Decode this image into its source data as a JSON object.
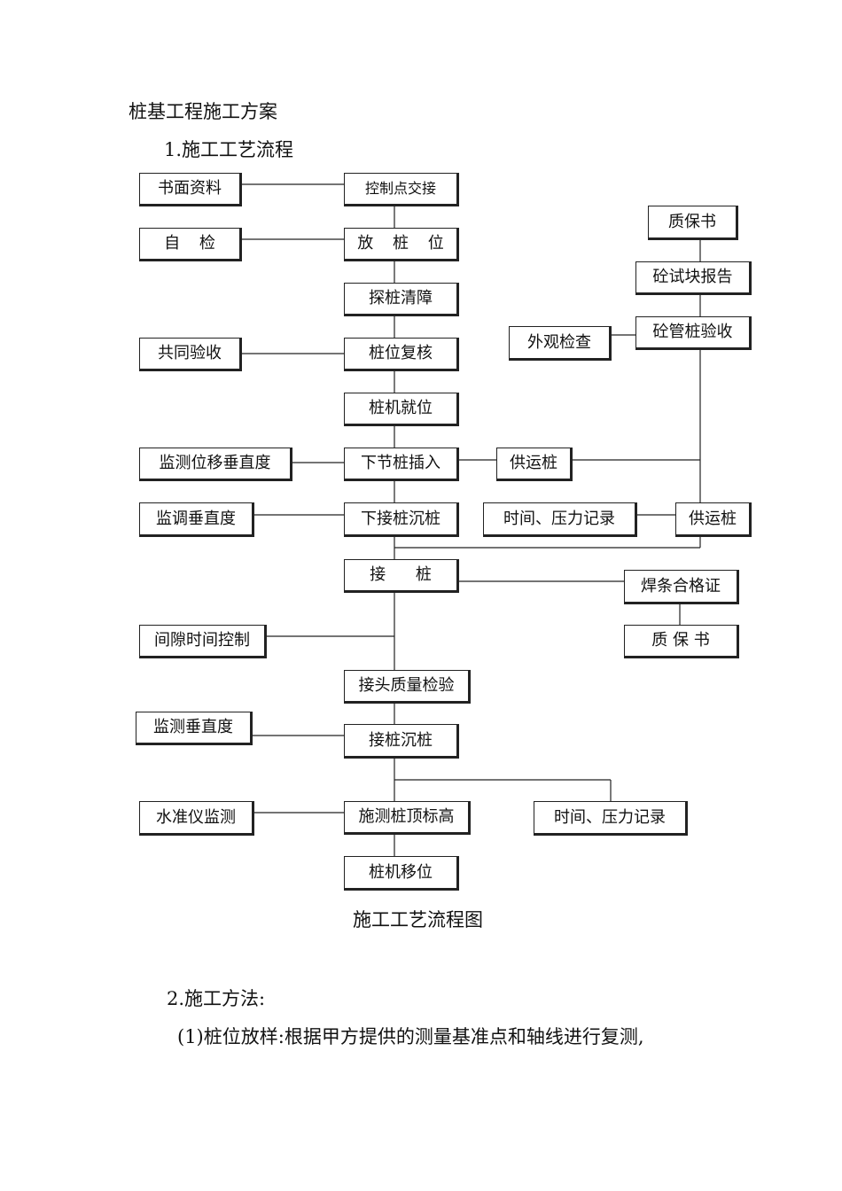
{
  "document": {
    "title": "桩基工程施工方案",
    "section1_heading": "1.施工工艺流程",
    "figure_caption": "施工工艺流程图",
    "section2_heading": "2.施工方法:",
    "paragraph1": "(1)桩位放样:根据甲方提供的测量基准点和轴线进行复测,"
  },
  "flowchart": {
    "nodes": {
      "written_docs": "书面资料",
      "control_point_handover": "控制点交接",
      "self_check": "自  检",
      "pile_layout": "放 桩 位",
      "probe_clear_obstacles": "探桩清障",
      "joint_acceptance": "共同验收",
      "pile_position_recheck": "桩位复核",
      "rig_in_position": "桩机就位",
      "monitor_displacement_verticality": "监测位移垂直度",
      "lower_pile_insertion": "下节桩插入",
      "supply_pile_1": "供运桩",
      "quality_certificate_1": "质保书",
      "concrete_test_report": "砼试块报告",
      "appearance_check": "外观检查",
      "concrete_pipe_pile_acceptance": "砼管桩验收",
      "adjust_verticality": "监调垂直度",
      "lower_pile_sinking": "下接桩沉桩",
      "time_pressure_record_1": "时间、压力记录",
      "supply_pile_2": "供运桩",
      "pile_splicing": "接 桩",
      "electrode_certificate": "焊条合格证",
      "quality_certificate_2": "质 保 书",
      "interval_time_control": "间隙时间控制",
      "joint_quality_inspection": "接头质量检验",
      "monitor_verticality": "监测垂直度",
      "splice_pile_sinking": "接桩沉桩",
      "level_monitoring": "水准仪监测",
      "pile_top_elevation": "施测桩顶标高",
      "time_pressure_record_2": "时间、压力记录",
      "rig_relocation": "桩机移位"
    }
  }
}
